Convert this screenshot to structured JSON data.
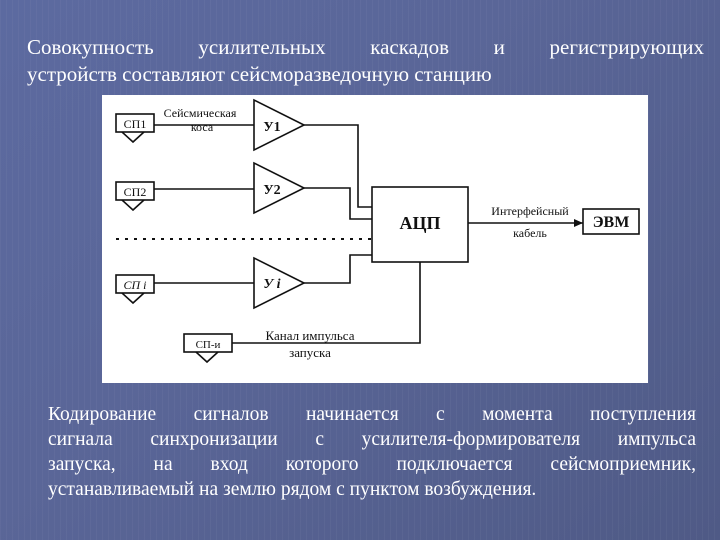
{
  "heading": {
    "line1": "Совокупность усилительных каскадов и регистрирующих",
    "line2": "устройств составляют сейсморазведочную станцию"
  },
  "diagram": {
    "sensors": [
      "СП1",
      "СП2",
      "СП i",
      "СП-и"
    ],
    "amplifiers": [
      "У1",
      "У2",
      "У i"
    ],
    "adc": "АЦП",
    "computer": "ЭВМ",
    "seismic_streamer": [
      "Сейсмическая",
      "коса"
    ],
    "interface_cable": [
      "Интерфейсный",
      "кабель"
    ],
    "trigger_channel": [
      "Канал импульса",
      "запуска"
    ],
    "colors": {
      "line": "#111111",
      "background": "#ffffff"
    }
  },
  "body_text": {
    "lines": [
      "Кодирование сигналов начинается с момента поступления",
      "сигнала синхронизации с усилителя-формирователя импульса",
      "запуска, на вход которого подключается сейсмоприемник,",
      "устанавливаемый на землю рядом с пунктом возбуждения."
    ]
  }
}
